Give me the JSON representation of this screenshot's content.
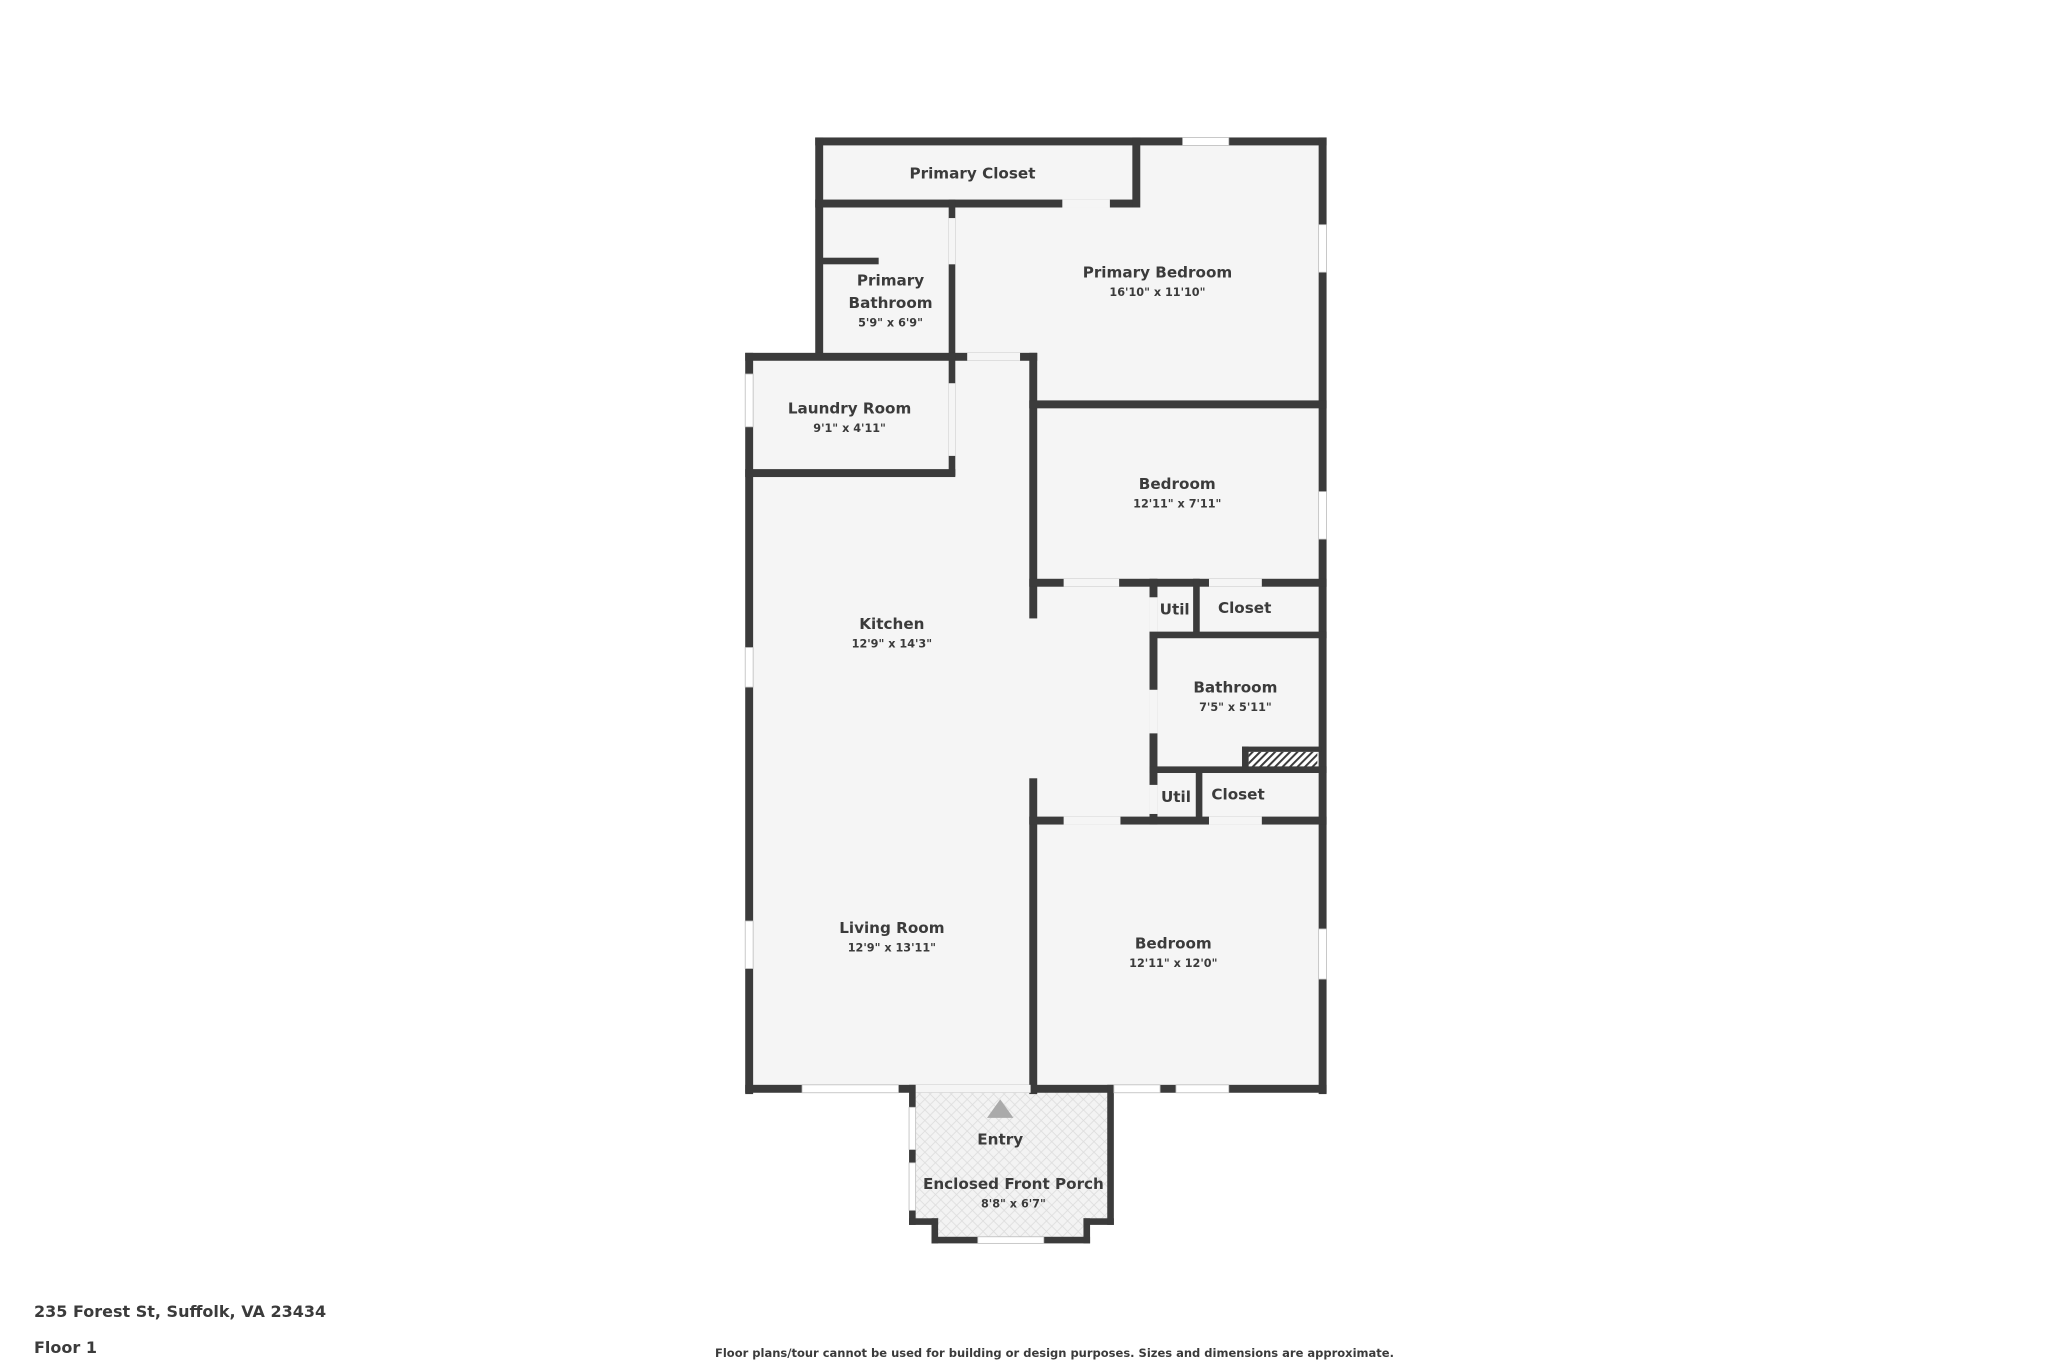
{
  "address": "235 Forest St, Suffolk, VA 23434",
  "floor": "Floor 1",
  "disclaimer": "Floor plans/tour cannot be used for building or design purposes. Sizes and dimensions are approximate.",
  "colors": {
    "wall": "#3b3b3b",
    "floor": "#f5f5f5",
    "background": "#ffffff"
  },
  "rooms": [
    {
      "name": "Primary Closet",
      "dims": ""
    },
    {
      "name": "Primary Bedroom",
      "dims": "16'10\" x 11'10\""
    },
    {
      "name": "Primary",
      "name2": "Bathroom",
      "dims": "5'9\" x 6'9\""
    },
    {
      "name": "Laundry Room",
      "dims": "9'1\" x 4'11\""
    },
    {
      "name": "Bedroom",
      "dims": "12'11\" x 7'11\""
    },
    {
      "name": "Kitchen",
      "dims": "12'9\" x 14'3\""
    },
    {
      "name": "Util",
      "dims": ""
    },
    {
      "name": "Closet",
      "dims": ""
    },
    {
      "name": "Bathroom",
      "dims": "7'5\" x 5'11\""
    },
    {
      "name": "Util",
      "dims": ""
    },
    {
      "name": "Closet",
      "dims": ""
    },
    {
      "name": "Living Room",
      "dims": "12'9\" x 13'11\""
    },
    {
      "name": "Bedroom",
      "dims": "12'11\" x 12'0\""
    },
    {
      "name": "Entry",
      "dims": ""
    },
    {
      "name": "Enclosed Front Porch",
      "dims": "8'8\" x 6'7\""
    }
  ]
}
